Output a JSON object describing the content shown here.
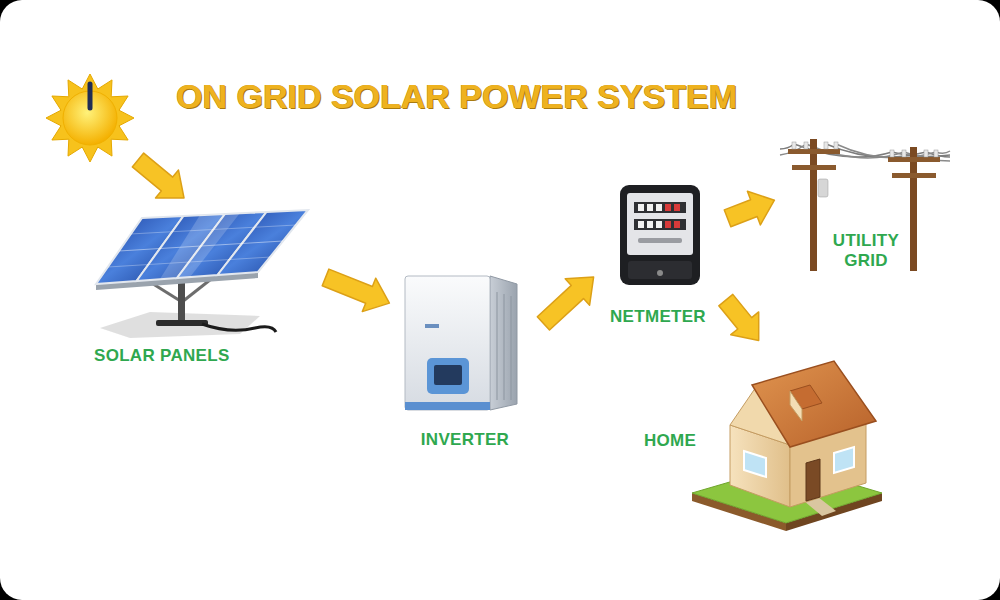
{
  "diagram": {
    "title": "ON GRID SOLAR POWER SYSTEM",
    "nodes": [
      {
        "text": [
          "SOLAR PANELS"
        ]
      },
      {
        "text": [
          "INVERTER"
        ]
      },
      {
        "text": [
          "NETMETER"
        ]
      },
      {
        "text": [
          "UTILITY GRID"
        ]
      },
      {
        "text": [
          "HOME"
        ]
      }
    ],
    "edges": [
      {
        "from": 0,
        "to": 1,
        "arrow": "to"
      },
      {
        "from": 1,
        "to": 2,
        "arrow": "to"
      },
      {
        "from": 2,
        "to": 3,
        "arrow": "to"
      },
      {
        "from": 2,
        "to": 4,
        "arrow": "to"
      }
    ]
  }
}
